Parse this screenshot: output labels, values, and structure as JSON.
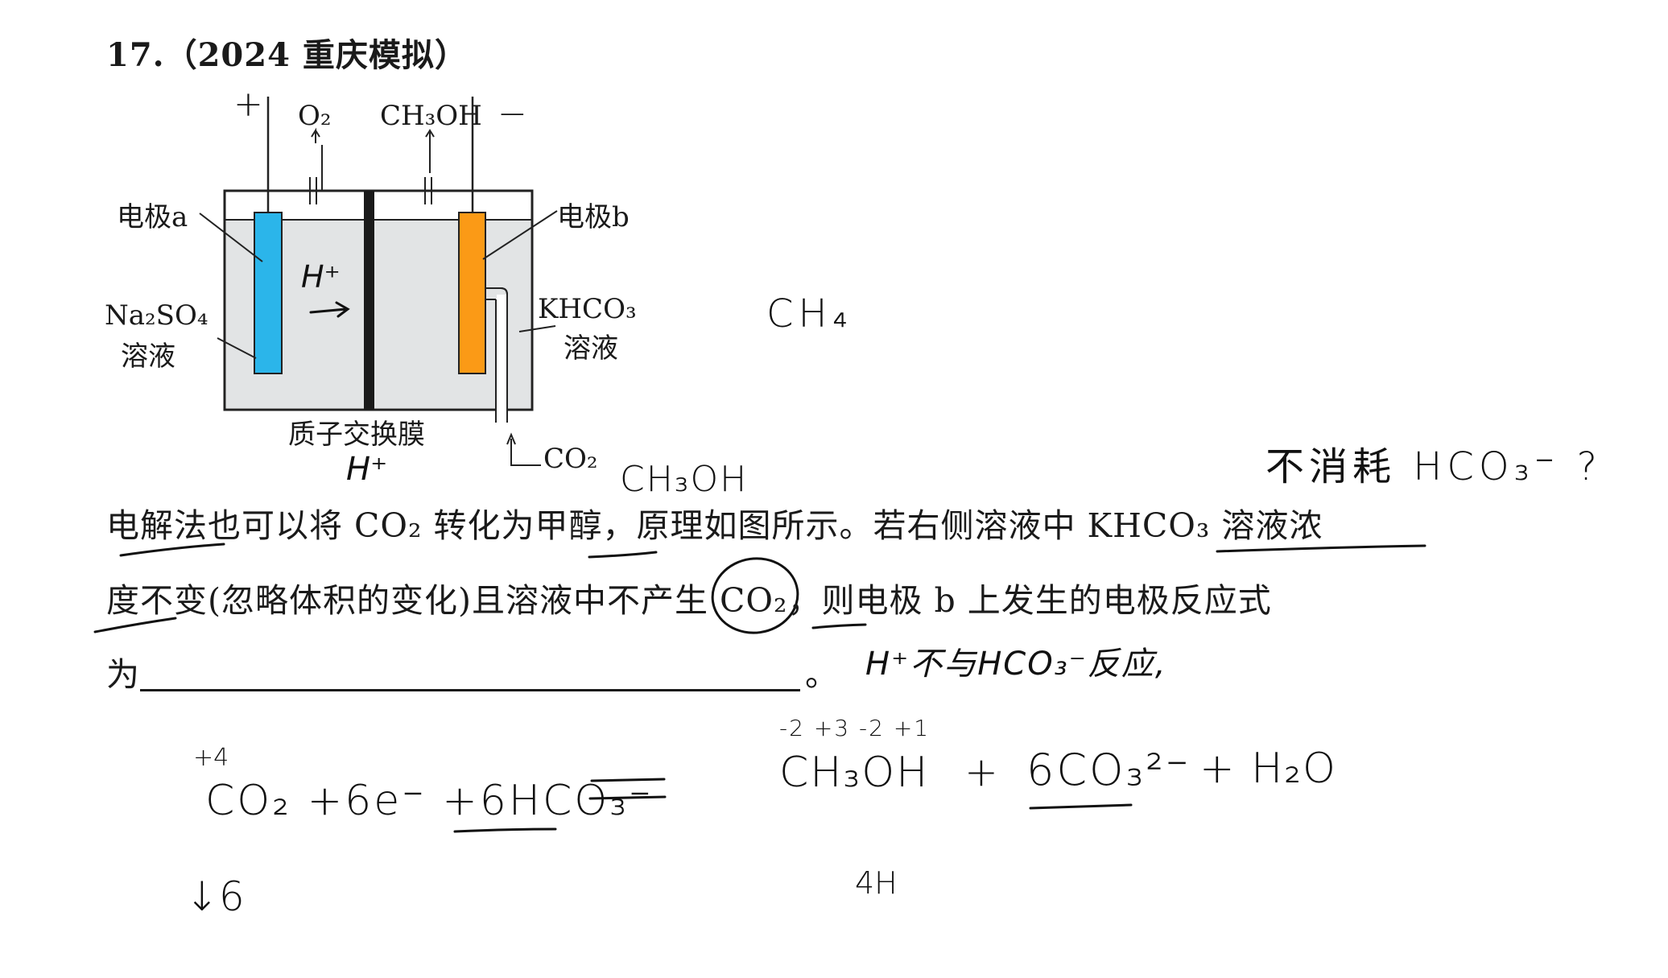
{
  "question": {
    "number": "17.",
    "source": "（2024 重庆模拟）",
    "line1": "电解法也可以将 CO₂ 转化为甲醇，原理如图所示。若右侧溶液中 KHCO₃ 溶液浓",
    "line2": "度不变(忽略体积的变化)且溶液中不产生 CO₂，则电极 b 上发生的电极反应式",
    "line3_prefix": "为",
    "line3_suffix": "。"
  },
  "diagram": {
    "o2_label": "O₂",
    "ch3oh_label": "CH₃OH",
    "electrode_a": "电极a",
    "electrode_b": "电极b",
    "left_solution_1": "Na₂SO₄",
    "left_solution_2": "溶液",
    "right_solution_1": "KHCO₃",
    "right_solution_2": "溶液",
    "membrane": "质子交换膜",
    "co2_inlet": "CO₂",
    "colors": {
      "electrode_a": "#2bb5ea",
      "electrode_b": "#fb9a16",
      "solution": "#e2e4e5",
      "membrane": "#1a1a1a"
    }
  },
  "handwriting": {
    "plus": "+",
    "minus": "−",
    "h_plus_arrow": "H⁺",
    "h_plus_below": "H⁺",
    "ch4": "CH₄",
    "ch3oh_note": "CH₃OH",
    "note_top_right": "不消耗 HCO₃⁻ ?",
    "note_mid_right": "H⁺不与HCO₃⁻反应,",
    "eq_left_ox": "+4",
    "eq_left": "CO₂ +6e⁻ +6HCO₃⁻",
    "eq_equals": "═",
    "eq_right_ox": "-2 +3 -2 +1",
    "eq_right_1": "CH₃OH",
    "eq_right_plus": "+",
    "eq_right_2": "6CO₃²⁻",
    "eq_right_3": "+ H₂O",
    "below_left": "↓6",
    "below_right": "4H"
  }
}
